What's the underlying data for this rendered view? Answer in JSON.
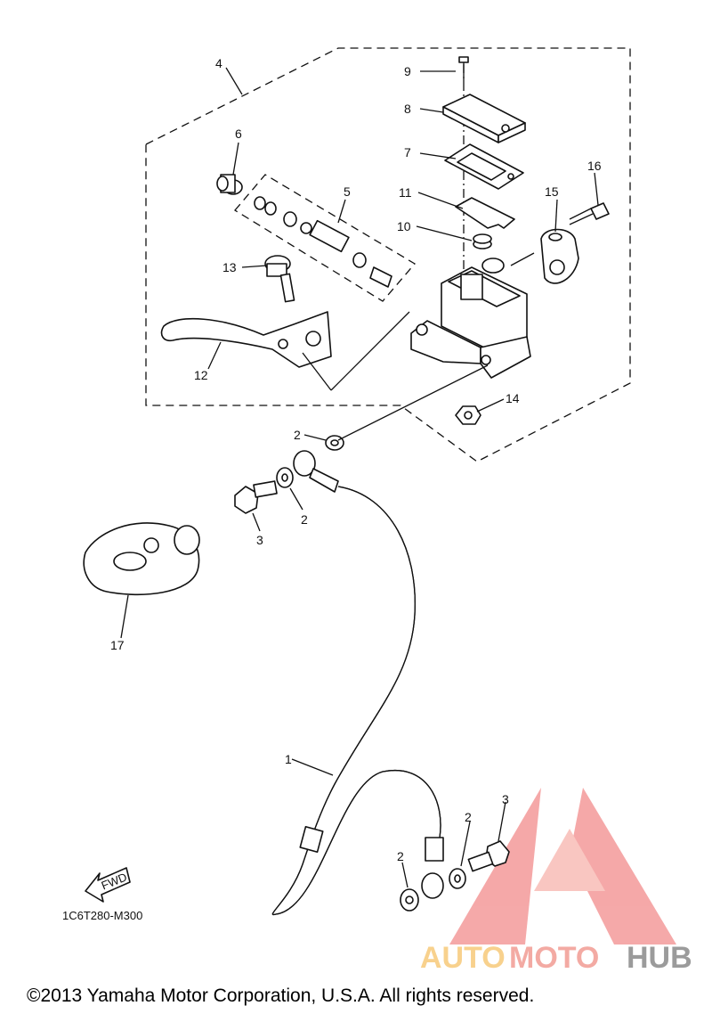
{
  "callouts": [
    "1",
    "2",
    "2",
    "2",
    "2",
    "3",
    "3",
    "4",
    "5",
    "6",
    "7",
    "8",
    "9",
    "10",
    "11",
    "12",
    "13",
    "14",
    "15",
    "16",
    "17"
  ],
  "reference_code": "1C6T280-M300",
  "fwd_label": "FWD",
  "copyright": "©2013 Yamaha Motor Corporation, U.S.A. All rights reserved.",
  "watermark": {
    "part1": "AUTO",
    "part2": "MOTO",
    "part3": "HUB",
    "colors": {
      "auto": "#f7c97a",
      "moto": "#f29c94",
      "hub": "#8a8a8a",
      "logo": "#f28c8c"
    }
  }
}
